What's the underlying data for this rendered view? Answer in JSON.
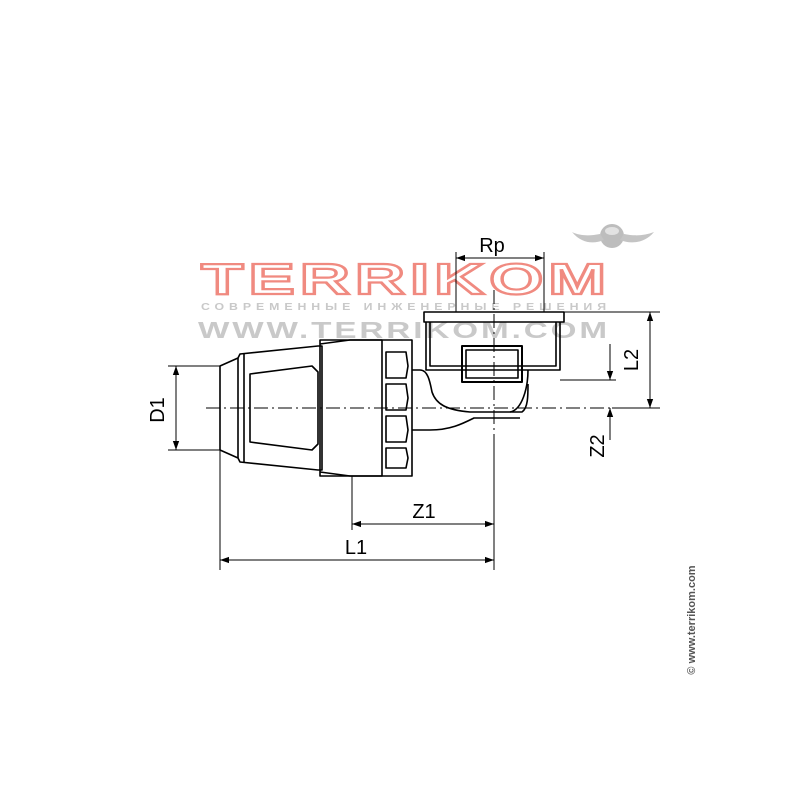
{
  "labels": {
    "d1": "D1",
    "rp": "Rp",
    "l2": "L2",
    "z2": "Z2",
    "z1": "Z1",
    "l1": "L1"
  },
  "watermark": {
    "brand": "TERRIKOM",
    "slogan": "СОВРЕМЕННЫЕ ИНЖЕНЕРНЫЕ РЕШЕНИЯ",
    "url": "WWW.TERRIKOM.COM",
    "logo_icon": "winged-sphere-icon"
  },
  "copyright": "© www.terrikom.com",
  "colors": {
    "line": "#000000",
    "brand_red": "#f08a80",
    "watermark_gray": "#c9c9c9",
    "copyright_text": "#555555"
  }
}
